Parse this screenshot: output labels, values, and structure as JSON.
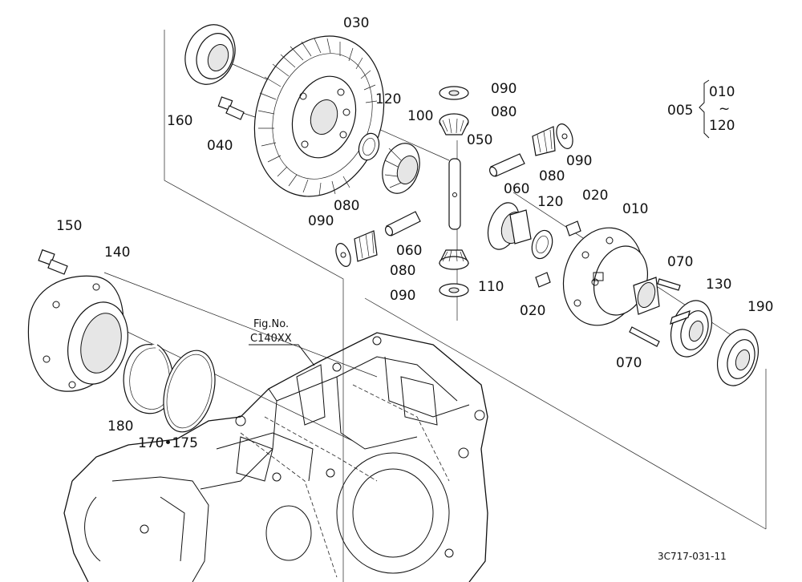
{
  "callouts": {
    "p030": "030",
    "p160": "160",
    "p040": "040",
    "p120a": "120",
    "p100": "100",
    "p050": "050",
    "p090a": "090",
    "p080a": "080",
    "p080b": "080",
    "p090b": "090",
    "p060a": "060",
    "p120b": "120",
    "p020a": "020",
    "p010": "010",
    "p090c": "090",
    "p080c": "080",
    "p060b": "060",
    "p080d": "080",
    "p090d": "090",
    "p110": "110",
    "p020b": "020",
    "p070a": "070",
    "p130": "130",
    "p190": "190",
    "p070b": "070",
    "p150": "150",
    "p140": "140",
    "p180": "180",
    "p170_175": "170•175"
  },
  "assembly": {
    "number": "005",
    "range_start": "010",
    "tilde": "~",
    "range_end": "120"
  },
  "fig_ref": {
    "line1": "Fig.No.",
    "line2": "C140XX"
  },
  "drawing_code": "3C717-031-11"
}
